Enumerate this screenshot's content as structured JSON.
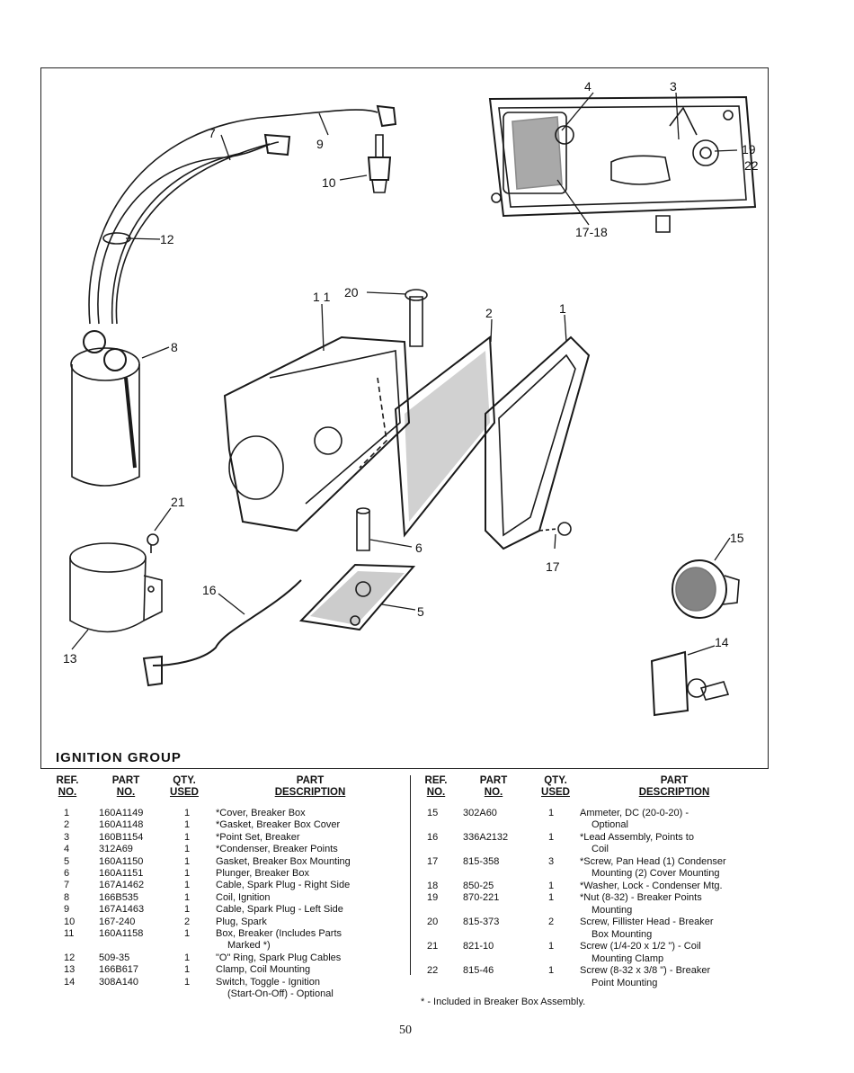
{
  "callouts": [
    {
      "id": "4",
      "label": "4"
    },
    {
      "id": "3",
      "label": "3"
    },
    {
      "id": "19",
      "label": "19"
    },
    {
      "id": "22",
      "label": "22"
    },
    {
      "id": "17-18",
      "label": "17-18"
    },
    {
      "id": "7",
      "label": "7"
    },
    {
      "id": "9",
      "label": "9"
    },
    {
      "id": "10",
      "label": "10"
    },
    {
      "id": "12",
      "label": "12"
    },
    {
      "id": "8",
      "label": "8"
    },
    {
      "id": "11",
      "label": "1 1"
    },
    {
      "id": "20",
      "label": "20"
    },
    {
      "id": "2",
      "label": "2"
    },
    {
      "id": "1",
      "label": "1"
    },
    {
      "id": "21",
      "label": "21"
    },
    {
      "id": "6",
      "label": "6"
    },
    {
      "id": "17",
      "label": "17"
    },
    {
      "id": "15",
      "label": "15"
    },
    {
      "id": "16",
      "label": "16"
    },
    {
      "id": "5",
      "label": "5"
    },
    {
      "id": "14",
      "label": "14"
    },
    {
      "id": "13",
      "label": "13"
    }
  ],
  "group_title": "IGNITION GROUP",
  "headers": {
    "ref": [
      "REF.",
      "NO."
    ],
    "part": [
      "PART",
      "NO."
    ],
    "qty": [
      "QTY.",
      "USED"
    ],
    "desc": [
      "PART",
      "DESCRIPTION"
    ]
  },
  "left_rows": [
    {
      "ref": "1",
      "part": "160A1149",
      "qty": "1",
      "desc": "*Cover, Breaker Box"
    },
    {
      "ref": "2",
      "part": "160A1148",
      "qty": "1",
      "desc": "*Gasket, Breaker Box Cover"
    },
    {
      "ref": "3",
      "part": "160B1154",
      "qty": "1",
      "desc": "*Point Set, Breaker"
    },
    {
      "ref": "4",
      "part": "312A69",
      "qty": "1",
      "desc": "*Condenser, Breaker Points"
    },
    {
      "ref": "5",
      "part": "160A1150",
      "qty": "1",
      "desc": "Gasket, Breaker Box Mounting"
    },
    {
      "ref": "6",
      "part": "160A1151",
      "qty": "1",
      "desc": "Plunger, Breaker Box"
    },
    {
      "ref": "7",
      "part": "167A1462",
      "qty": "1",
      "desc": "Cable, Spark Plug - Right Side"
    },
    {
      "ref": "8",
      "part": "166B535",
      "qty": "1",
      "desc": "Coil, Ignition"
    },
    {
      "ref": "9",
      "part": "167A1463",
      "qty": "1",
      "desc": "Cable, Spark Plug - Left Side"
    },
    {
      "ref": "10",
      "part": "167-240",
      "qty": "2",
      "desc": "Plug, Spark"
    },
    {
      "ref": "11",
      "part": "160A1158",
      "qty": "1",
      "desc": "Box, Breaker (Includes Parts",
      "desc2": "Marked *)"
    },
    {
      "ref": "12",
      "part": "509-35",
      "qty": "1",
      "desc": "\"O\" Ring, Spark Plug Cables"
    },
    {
      "ref": "13",
      "part": "166B617",
      "qty": "1",
      "desc": "Clamp, Coil Mounting"
    },
    {
      "ref": "14",
      "part": "308A140",
      "qty": "1",
      "desc": "Switch, Toggle - Ignition",
      "desc2": "(Start-On-Off) - Optional"
    }
  ],
  "right_rows": [
    {
      "ref": "15",
      "part": "302A60",
      "qty": "1",
      "desc": "Ammeter, DC (20-0-20) -",
      "desc2": "Optional"
    },
    {
      "ref": "16",
      "part": "336A2132",
      "qty": "1",
      "desc": "*Lead Assembly, Points to",
      "desc2": "Coil"
    },
    {
      "ref": "17",
      "part": "815-358",
      "qty": "3",
      "desc": "*Screw, Pan Head (1) Condenser",
      "desc2": "Mounting (2) Cover Mounting"
    },
    {
      "ref": "18",
      "part": "850-25",
      "qty": "1",
      "desc": "*Washer, Lock - Condenser Mtg."
    },
    {
      "ref": "19",
      "part": "870-221",
      "qty": "1",
      "desc": "*Nut (8-32) - Breaker Points",
      "desc2": "Mounting"
    },
    {
      "ref": "20",
      "part": "815-373",
      "qty": "2",
      "desc": "Screw, Fillister Head - Breaker",
      "desc2": "Box Mounting"
    },
    {
      "ref": "21",
      "part": "821-10",
      "qty": "1",
      "desc": "Screw (1/4-20 x 1/2 \") - Coil",
      "desc2": "Mounting Clamp"
    },
    {
      "ref": "22",
      "part": "815-46",
      "qty": "1",
      "desc": "Screw (8-32 x 3/8 \") - Breaker",
      "desc2": "Point Mounting"
    }
  ],
  "footnote": "* - Included in Breaker Box Assembly.",
  "page_number": "50"
}
